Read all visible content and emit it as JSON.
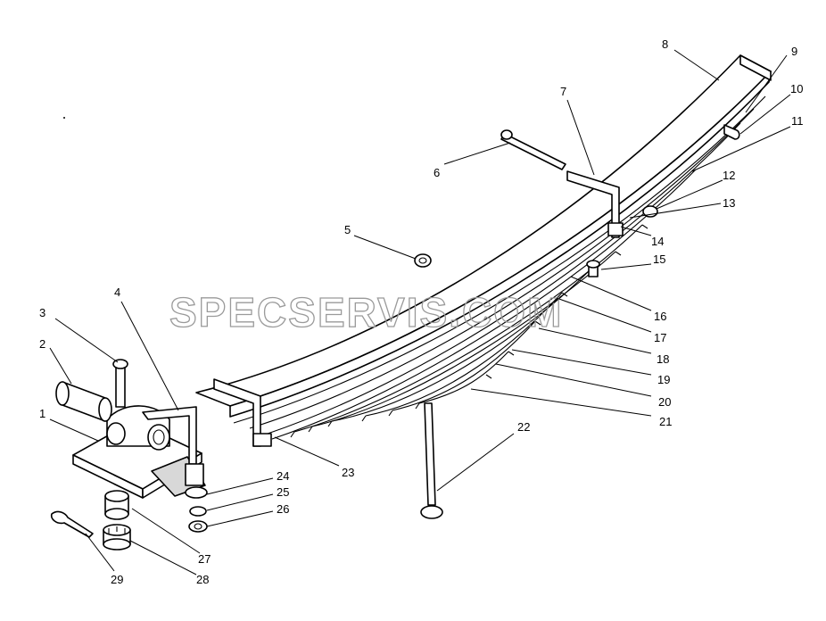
{
  "watermark": "SPECSERVIS.COM",
  "callouts": [
    "1",
    "2",
    "3",
    "4",
    "5",
    "6",
    "7",
    "8",
    "9",
    "10",
    "11",
    "12",
    "13",
    "14",
    "15",
    "16",
    "17",
    "18",
    "19",
    "20",
    "21",
    "22",
    "23",
    "24",
    "25",
    "26",
    "27",
    "28",
    "29"
  ]
}
